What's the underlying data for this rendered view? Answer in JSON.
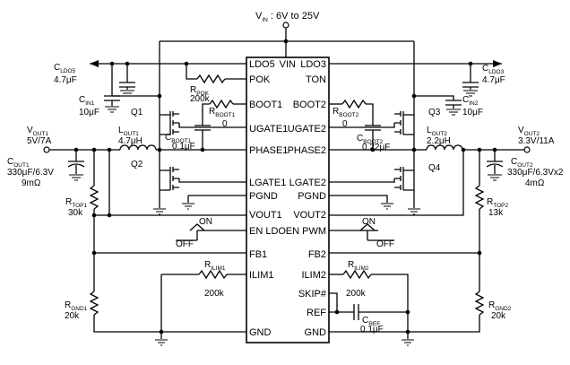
{
  "vin": {
    "main": "V",
    "sub": "IN",
    "rest": " : 6V to 25V"
  },
  "ic_pins_left": [
    "LDO5",
    "POK",
    "BOOT1",
    "UGATE1",
    "PHASE1",
    "LGATE1",
    "PGND",
    "VOUT1",
    "EN LDO",
    "FB1",
    "ILIM1",
    "GND"
  ],
  "ic_pins_right": [
    "VIN",
    "LDO3",
    "TON",
    "BOOT2",
    "UGATE2",
    "PHASE2",
    "LGATE2",
    "PGND",
    "VOUT2",
    "EN PWM",
    "FB2",
    "ILIM2",
    "SKIP#",
    "REF",
    "GND"
  ],
  "labels": {
    "cldo5": {
      "main": "C",
      "sub": "LDO5",
      "val": "4.7μF"
    },
    "cin1": {
      "main": "C",
      "sub": "IN1",
      "val": "10μF"
    },
    "rpok": {
      "main": "R",
      "sub": "POK",
      "val": "200k"
    },
    "rboot1": {
      "main": "R",
      "sub": "BOOT1",
      "val": "0"
    },
    "cboot1": {
      "main": "C",
      "sub": "BOOT1",
      "val": "0.1μF"
    },
    "q1": "Q1",
    "q2": "Q2",
    "lout1": {
      "main": "L",
      "sub": "OUT1",
      "val": "4.7μH"
    },
    "vout1": {
      "main": "V",
      "sub": "OUT1",
      "val": "5V/7A"
    },
    "cout1": {
      "main": "C",
      "sub": "OUT1",
      "val": "330μF/6.3V",
      "esr": "9mΩ"
    },
    "rtop1": {
      "main": "R",
      "sub": "TOP1",
      "val": "30k"
    },
    "rgnd1": {
      "main": "R",
      "sub": "GND1",
      "val": "20k"
    },
    "rilim1": {
      "main": "R",
      "sub": "ILIM1",
      "val": "200k"
    },
    "cldo3": {
      "main": "C",
      "sub": "LDO3",
      "val": "4.7μF"
    },
    "cin2": {
      "main": "C",
      "sub": "IN2",
      "val": "10μF"
    },
    "q3": "Q3",
    "q4": "Q4",
    "rboot2": {
      "main": "R",
      "sub": "BOOT2",
      "val": "0"
    },
    "cboot2": {
      "main": "C",
      "sub": "BOOT2",
      "val": "0.22μF"
    },
    "lout2": {
      "main": "L",
      "sub": "OUT2",
      "val": "2.2μH"
    },
    "vout2": {
      "main": "V",
      "sub": "OUT2",
      "val": "3.3V/11A"
    },
    "cout2": {
      "main": "C",
      "sub": "OUT2",
      "val": "330μF/6.3Vx2",
      "esr": "4mΩ"
    },
    "rtop2": {
      "main": "R",
      "sub": "TOP2",
      "val": "13k"
    },
    "rgnd2": {
      "main": "R",
      "sub": "GND2",
      "val": "20k"
    },
    "rilim2": {
      "main": "R",
      "sub": "ILIM2",
      "val": "200k"
    },
    "cref": {
      "main": "C",
      "sub": "REF",
      "val": "0.1μF"
    }
  },
  "switch_left": {
    "on": "ON",
    "off": "OFF"
  },
  "switch_right": {
    "on": "ON",
    "off": "OFF"
  }
}
